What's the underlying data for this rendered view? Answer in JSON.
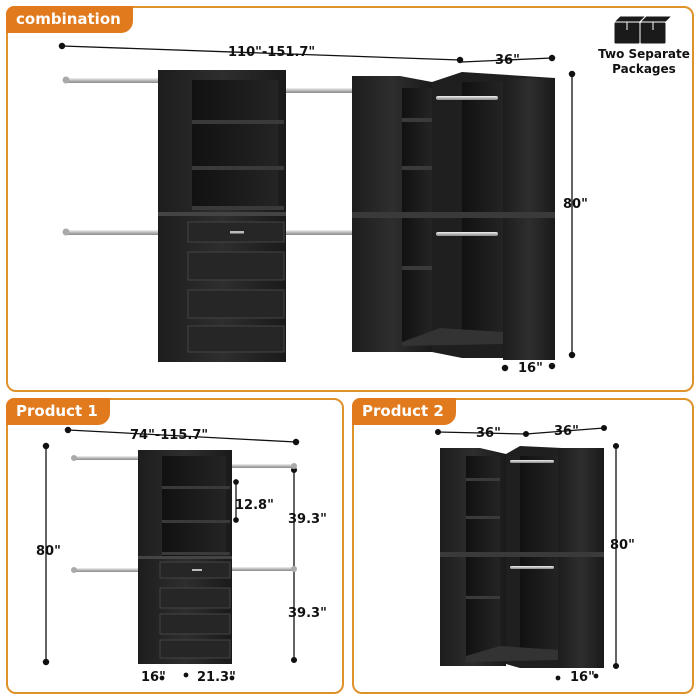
{
  "combination": {
    "tag": "combination",
    "width_range": "110\"-151.7\"",
    "corner_width": "36\"",
    "height": "80\"",
    "depth": "16\"",
    "packages_label_line1": "Two Separate",
    "packages_label_line2": "Packages",
    "packages_icon": "two-boxes-icon"
  },
  "product1": {
    "tag": "Product 1",
    "width_range": "74\"-115.7\"",
    "height": "80\"",
    "shelf_gap": "12.8\"",
    "upper_section": "39.3\"",
    "lower_section": "39.3\"",
    "depth": "16\"",
    "width": "21.3\""
  },
  "product2": {
    "tag": "Product 2",
    "width_left": "36\"",
    "width_right": "36\"",
    "height": "80\"",
    "depth": "16\""
  },
  "colors": {
    "accent": "#e07a1d",
    "border": "#e0922a",
    "cabinet": "#2a2a2a",
    "rod": "#c8c8c8"
  }
}
